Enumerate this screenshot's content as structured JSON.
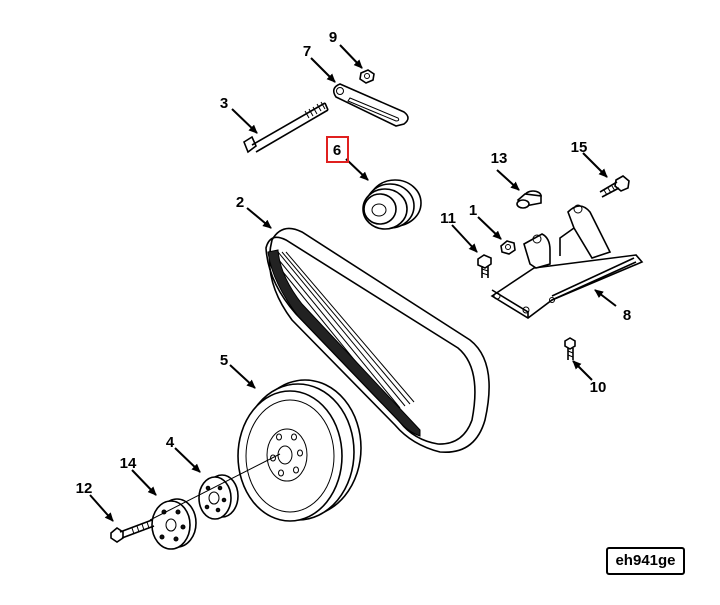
{
  "diagram": {
    "figure_id": "eh941ge",
    "highlight_color": "#e0201f",
    "highlighted_callout": "6",
    "callouts": {
      "c1": "1",
      "c2": "2",
      "c3": "3",
      "c4": "4",
      "c5": "5",
      "c6": "6",
      "c7": "7",
      "c8": "8",
      "c9": "9",
      "c10": "10",
      "c11": "11",
      "c12": "12",
      "c13": "13",
      "c14": "14",
      "c15": "15"
    }
  }
}
